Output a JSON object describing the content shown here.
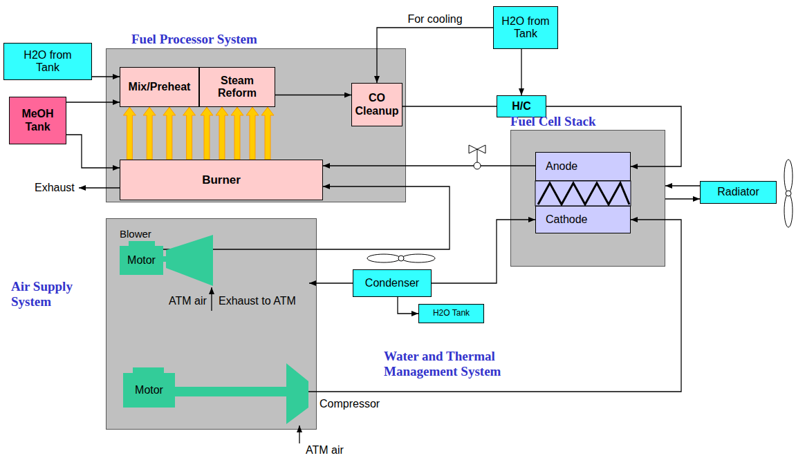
{
  "diagram": {
    "nodes": [
      {
        "text": [
          "Fuel Processor System"
        ]
      },
      {
        "text": [
          "Mix/Preheat"
        ],
        "in": 0
      },
      {
        "text": [
          "Steam Reform"
        ],
        "in": 0
      },
      {
        "text": [
          "CO Cleanup"
        ],
        "in": 0
      },
      {
        "text": [
          "Burner"
        ],
        "in": 0
      },
      {
        "text": [
          "H2O from Tank"
        ]
      },
      {
        "text": [
          "MeOH Tank"
        ]
      },
      {
        "text": [
          "H2O from Tank"
        ]
      },
      {
        "text": [
          "H/C"
        ]
      },
      {
        "text": [
          "Fuel Cell Stack"
        ]
      },
      {
        "text": [
          "Anode"
        ],
        "in": 9
      },
      {
        "text": [
          "Cathode"
        ],
        "in": 9
      },
      {
        "text": [
          "Radiator"
        ]
      },
      {
        "text": [
          "Air Supply System"
        ]
      },
      {
        "text": [
          "Motor"
        ],
        "in": 13
      },
      {
        "text": [
          "Motor"
        ],
        "in": 13
      },
      {
        "text": [
          "Condenser"
        ]
      },
      {
        "text": [
          "H2O Tank"
        ]
      }
    ],
    "edges": [
      {
        "from": 5,
        "to": 1,
        "arrow": "to"
      },
      {
        "from": 6,
        "to": 1,
        "arrow": "to"
      },
      {
        "from": 6,
        "to": 4,
        "arrow": "to"
      },
      {
        "from": 4,
        "to": 1,
        "arrow": "to"
      },
      {
        "from": 4,
        "to": 2,
        "arrow": "to"
      },
      {
        "from": 2,
        "to": 3,
        "arrow": "to"
      },
      {
        "from": 7,
        "to": 3,
        "arrow": "to",
        "label": "For cooling"
      },
      {
        "from": 7,
        "to": 8,
        "arrow": "to"
      },
      {
        "from": 3,
        "to": 8,
        "arrow": "none"
      },
      {
        "from": 8,
        "to": 10,
        "arrow": "to"
      },
      {
        "from": 10,
        "to": 4,
        "arrow": "to"
      },
      {
        "from": 14,
        "to": 4,
        "arrow": "to"
      },
      {
        "from": 15,
        "to": 11,
        "arrow": "to"
      },
      {
        "from": 12,
        "to": 9,
        "arrow": "to"
      },
      {
        "from": 9,
        "to": 12,
        "arrow": "to"
      },
      {
        "from": 16,
        "to": 11,
        "arrow": "to"
      },
      {
        "from": 16,
        "to": 17,
        "arrow": "to"
      }
    ],
    "labels": [
      "Exhaust",
      "Blower",
      "ATM air",
      "Exhaust to ATM",
      "Compressor",
      "ATM air",
      "Water and Thermal Management System"
    ]
  }
}
